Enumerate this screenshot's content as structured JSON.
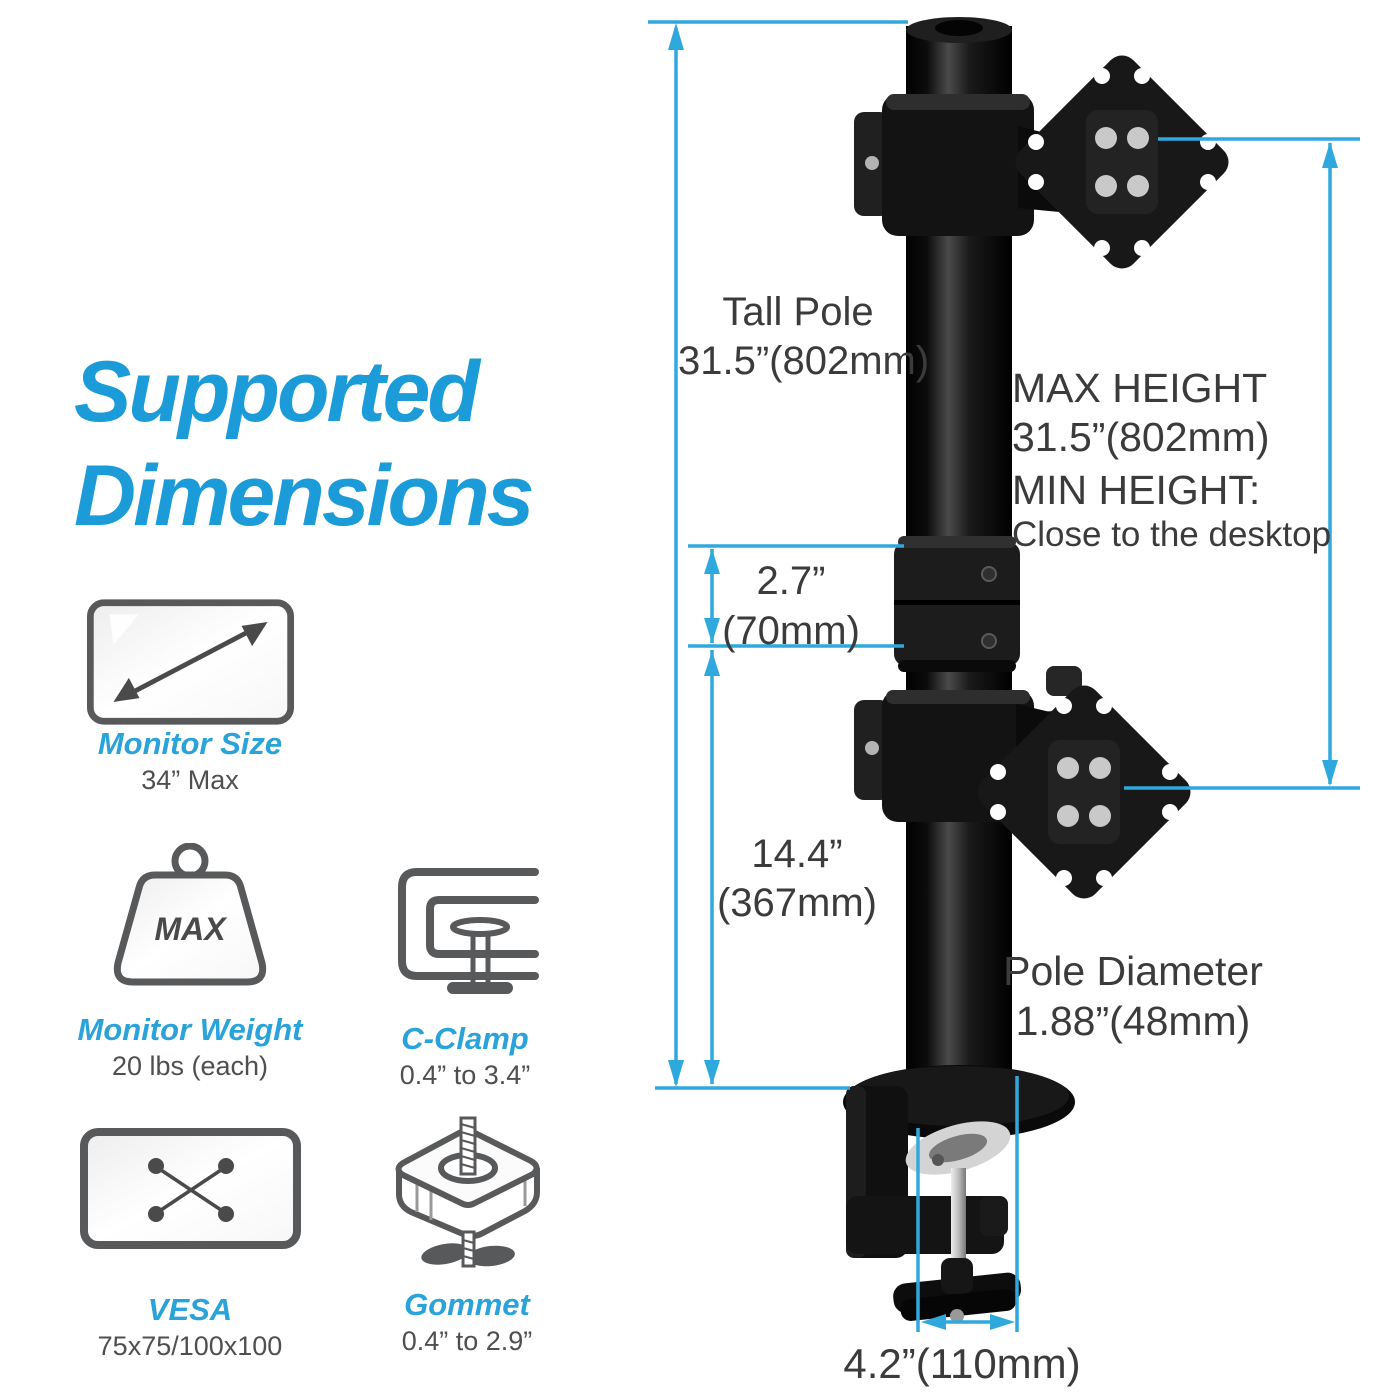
{
  "title": {
    "line1": "Supported",
    "line2": "Dimensions"
  },
  "colors": {
    "title_blue": "#1b9cd9",
    "feature_label_blue": "#29a3da",
    "dimension_cyan": "#2fa9dd",
    "text_dark": "#3b3b3b",
    "icon_gray": "#58595b"
  },
  "features": [
    {
      "label": "Monitor Size",
      "value": "34” Max",
      "icon": "monitor-size-icon"
    },
    {
      "label": "Monitor Weight",
      "value": "20 lbs (each)",
      "icon": "weight-icon",
      "icon_text": "MAX"
    },
    {
      "label": "C-Clamp",
      "value": "0.4” to 3.4”",
      "icon": "c-clamp-icon"
    },
    {
      "label": "VESA",
      "value": "75x75/100x100",
      "icon": "vesa-icon"
    },
    {
      "label": "Gommet",
      "value": "0.4” to 2.9”",
      "icon": "grommet-icon"
    }
  ],
  "annotations": {
    "tall_pole_title": "Tall Pole",
    "tall_pole_value": "31.5”(802mm)",
    "max_height_title": "MAX HEIGHT",
    "max_height_value": "31.5”(802mm)",
    "min_height_title": "MIN HEIGHT:",
    "min_height_value": "Close to the desktop",
    "upper_gap_value": "2.7”",
    "upper_gap_mm": "(70mm)",
    "lower_section_value": "14.4”",
    "lower_section_mm": "(367mm)",
    "pole_diameter_title": "Pole Diameter",
    "pole_diameter_value": "1.88”(48mm)",
    "base_width_value": "4.2”(110mm)"
  }
}
